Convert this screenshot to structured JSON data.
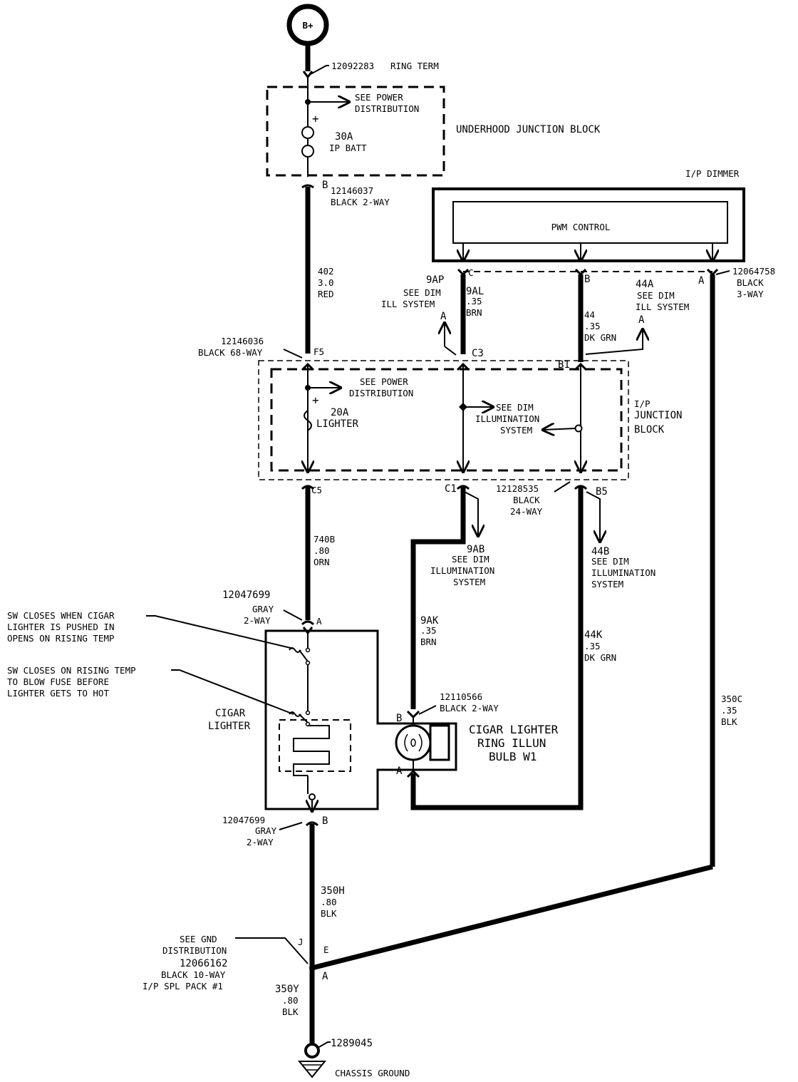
{
  "power": {
    "source": "B+",
    "ring_part": "12092283",
    "ring_label": "RING TERM"
  },
  "underhood": {
    "title": "UNDERHOOD JUNCTION BLOCK",
    "see1": "SEE POWER",
    "see2": "DISTRIBUTION",
    "fuse_amp": "30A",
    "fuse_name": "IP BATT",
    "plus": "+",
    "conn_pin": "B",
    "conn_part": "12146037",
    "conn_type": "BLACK 2-WAY"
  },
  "wire402": {
    "circuit": "402",
    "gauge": "3.0",
    "color": "RED"
  },
  "dimmer": {
    "title": "I/P DIMMER",
    "control": "PWM CONTROL",
    "pin_c": "C",
    "pin_b": "B",
    "pin_a": "A",
    "part": "12064758",
    "type": "BLACK",
    "ways": "3-WAY"
  },
  "w9ap": {
    "circuit": "9AP",
    "l1": "SEE DIM",
    "l2": "ILL  SYSTEM",
    "arrow": "A"
  },
  "w9al": {
    "circuit": "9AL",
    "gauge": ".35",
    "color": "BRN"
  },
  "w44": {
    "circuit": "44",
    "gauge": ".35",
    "color": "DK GRN"
  },
  "w44a": {
    "circuit": "44A",
    "l1": "SEE DIM",
    "l2": "ILL   SYSTEM",
    "arrow": "A"
  },
  "ipjb": {
    "part": "12146036",
    "type": "BLACK 68-WAY",
    "pin_f5": "F5",
    "pin_c3": "C3",
    "pin_b1": "B1",
    "see1": "SEE POWER",
    "see2": "DISTRIBUTION",
    "fuse_amp": "20A",
    "fuse_name": "LIGHTER",
    "plus": "+",
    "dim1": "SEE DIM",
    "dim2": "ILLUMINATION",
    "dim3": "SYSTEM",
    "title1": "I/P",
    "title2": "JUNCTION",
    "title3": "BLOCK",
    "pin_c5": "C5",
    "pin_c1": "C1",
    "pin_b5": "B5",
    "conn2_part": "12128535",
    "conn2_type": "BLACK",
    "conn2_ways": "24-WAY"
  },
  "w740b": {
    "circuit": "740B",
    "gauge": ".80",
    "color": "ORN"
  },
  "w9ab": {
    "circuit": "9AB",
    "l1": "SEE DIM",
    "l2": "ILLUMINATION",
    "l3": "SYSTEM"
  },
  "w44b": {
    "circuit": "44B",
    "l1": "SEE DIM",
    "l2": "ILLUMINATION",
    "l3": "SYSTEM"
  },
  "w9ak": {
    "circuit": "9AK",
    "gauge": ".35",
    "color": "BRN"
  },
  "w44k": {
    "circuit": "44K",
    "gauge": ".35",
    "color": "DK GRN"
  },
  "w350c": {
    "circuit": "350C",
    "gauge": ".35",
    "color": "BLK"
  },
  "lighter": {
    "top_part": "12047699",
    "top_type": "GRAY",
    "top_ways": "2-WAY",
    "top_pin": "A",
    "note1_l1": "SW CLOSES WHEN CIGAR",
    "note1_l2": "LIGHTER IS PUSHED IN",
    "note1_l3": "OPENS ON RISING TEMP",
    "note2_l1": "SW CLOSES ON RISING TEMP",
    "note2_l2": "TO BLOW FUSE BEFORE",
    "note2_l3": "LIGHTER GETS TO HOT",
    "name1": "CIGAR",
    "name2": "LIGHTER",
    "bot_part": "12047699",
    "bot_type": "GRAY",
    "bot_ways": "2-WAY",
    "bot_pin": "B"
  },
  "bulb": {
    "part": "12110566",
    "type": "BLACK 2-WAY",
    "pin_b": "B",
    "pin_a": "A",
    "name1": "CIGAR LIGHTER",
    "name2": "RING ILLUN",
    "name3": "BULB W1"
  },
  "w350h": {
    "circuit": "350H",
    "gauge": ".80",
    "color": "BLK"
  },
  "splice": {
    "see1": "SEE GND",
    "see2": "DISTRIBUTION",
    "part": "12066162",
    "type": "BLACK 10-WAY",
    "pack": "I/P SPL PACK #1",
    "pin_j": "J",
    "pin_e": "E",
    "pin_a": "A"
  },
  "w350y": {
    "circuit": "350Y",
    "gauge": ".80",
    "color": "BLK"
  },
  "ground": {
    "part": "1289045",
    "label": "CHASSIS GROUND"
  }
}
